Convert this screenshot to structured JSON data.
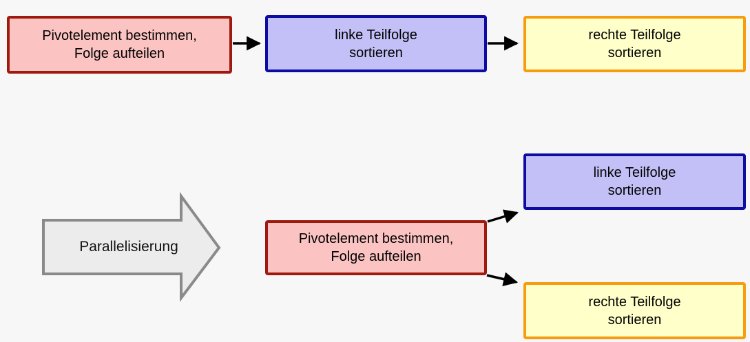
{
  "diagram": {
    "title_semantics": "quicksort parallelization flow diagram",
    "colors": {
      "background": "#f7f7f7",
      "pivot_fill": "#fcc3c3",
      "pivot_border": "#9e1a0e",
      "left_fill": "#c3c0f8",
      "left_border": "#0c0ca3",
      "right_fill": "#ffffc9",
      "right_border": "#f79b0f",
      "big_arrow_fill": "#ececec",
      "big_arrow_border": "#8a8a8a",
      "connector_arrow": "#000000"
    },
    "sequential": {
      "pivot": {
        "line1": "Pivotelement bestimmen,",
        "line2": "Folge aufteilen"
      },
      "left": {
        "line1": "linke Teilfolge",
        "line2": "sortieren"
      },
      "right": {
        "line1": "rechte Teilfolge",
        "line2": "sortieren"
      }
    },
    "parallel": {
      "arrow_label": "Parallelisierung",
      "pivot": {
        "line1": "Pivotelement bestimmen,",
        "line2": "Folge aufteilen"
      },
      "left": {
        "line1": "linke Teilfolge",
        "line2": "sortieren"
      },
      "right": {
        "line1": "rechte Teilfolge",
        "line2": "sortieren"
      }
    }
  }
}
